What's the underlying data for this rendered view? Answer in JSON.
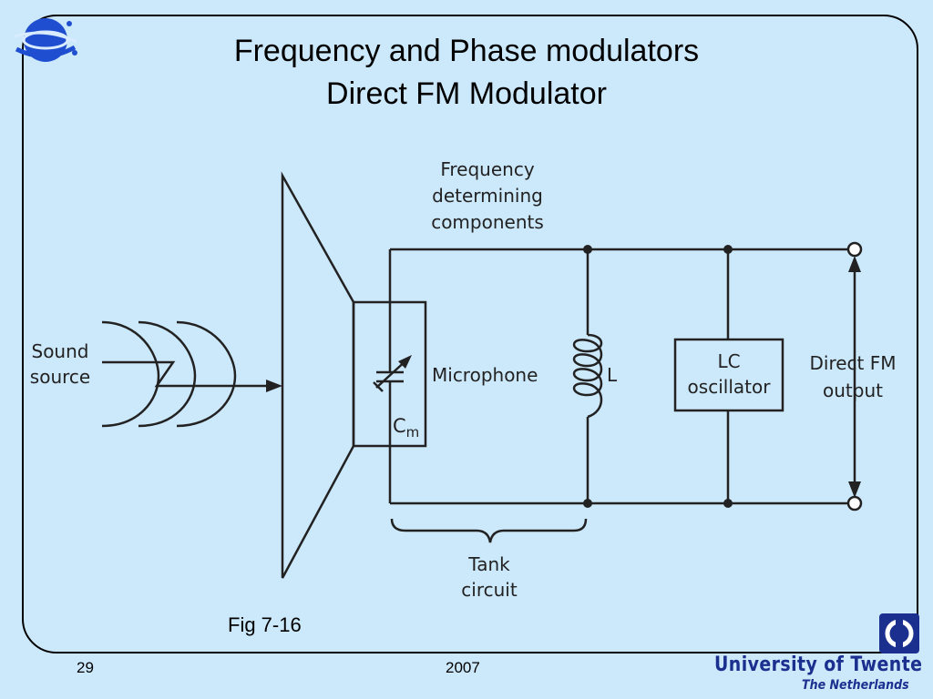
{
  "slide": {
    "title_line1": "Frequency and Phase modulators",
    "title_line2": "Direct FM Modulator",
    "figure_label": "Fig 7-16",
    "page_number": "29",
    "year": "2007"
  },
  "diagram": {
    "label_freq_1": "Frequency",
    "label_freq_2": "determining",
    "label_freq_3": "components",
    "label_sound_1": "Sound",
    "label_sound_2": "source",
    "label_microphone": "Microphone",
    "label_capacitor": "C",
    "label_capacitor_sub": "m",
    "label_inductor": "L",
    "label_osc_1": "LC",
    "label_osc_2": "oscillator",
    "label_output_1": "Direct FM",
    "label_output_2": "output",
    "label_tank_1": "Tank",
    "label_tank_2": "circuit"
  },
  "branding": {
    "university": "University of Twente",
    "subtitle": "The Netherlands",
    "brand_color": "#1b2f8f",
    "background_color": "#cce8fb"
  }
}
